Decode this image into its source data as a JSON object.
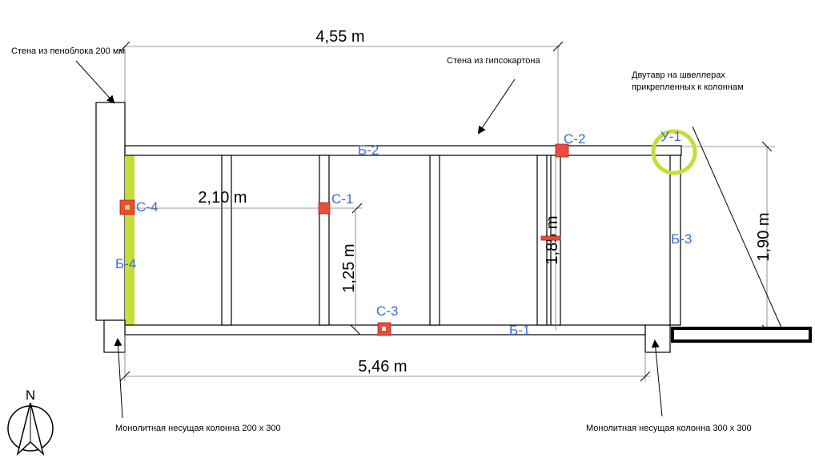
{
  "notes": {
    "foam_wall": "Стена из пеноблока 200 мм",
    "gypsum_wall": "Стена из гипсокартона",
    "ibeam_line1": "Двутавр на швеллерах",
    "ibeam_line2": "прикрепленных к колоннам",
    "column_left": "Монолитная несущая колонна 200 x 300",
    "column_right": "Монолитная несущая колонна 300 x 300"
  },
  "dimensions": {
    "top": "4,55 m",
    "bottom": "5,46 m",
    "inner": "2,10 m",
    "v_125": "1,25 m",
    "v_185": "1,85 m",
    "v_190": "1,90 m"
  },
  "tags": {
    "b1": "Б-1",
    "b2": "Б-2",
    "b3": "Б-3",
    "b4": "Б-4",
    "c1": "С-1",
    "c2": "С-2",
    "c3": "С-3",
    "c4": "С-4",
    "u1": "У-1"
  },
  "compass": {
    "label": "N"
  },
  "colors": {
    "tag_blue": "#3b6bd6",
    "column_red": "#e74c3c",
    "highlight_green": "#c6dd3a"
  }
}
